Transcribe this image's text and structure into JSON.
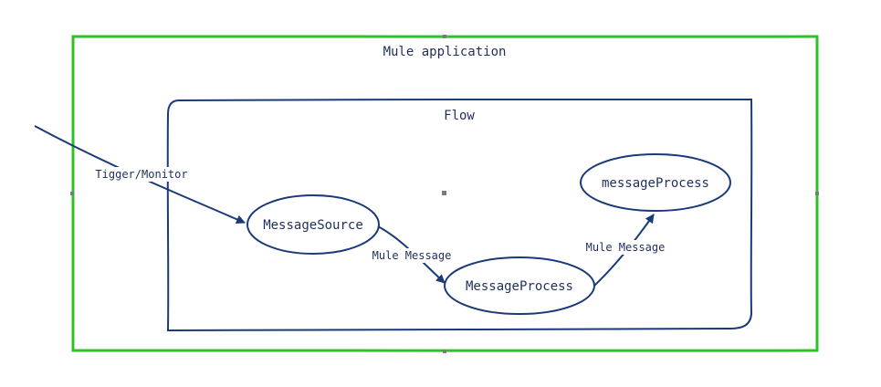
{
  "colors": {
    "app_border": "#2ec12a",
    "flow_border": "#1a3a7a",
    "arrow": "#1a3a7a",
    "text": "#1f2f5a",
    "handle": "#7a7a7a"
  },
  "application": {
    "title": "Mule application"
  },
  "flow": {
    "title": "Flow"
  },
  "nodes": {
    "message_source": "MessageSource",
    "message_process": "MessageProcess",
    "message_process_2": "messageProcess"
  },
  "edges": {
    "trigger": "Tigger/Monitor",
    "source_to_process": "Mule Message",
    "process_to_process": "Mule Message"
  }
}
